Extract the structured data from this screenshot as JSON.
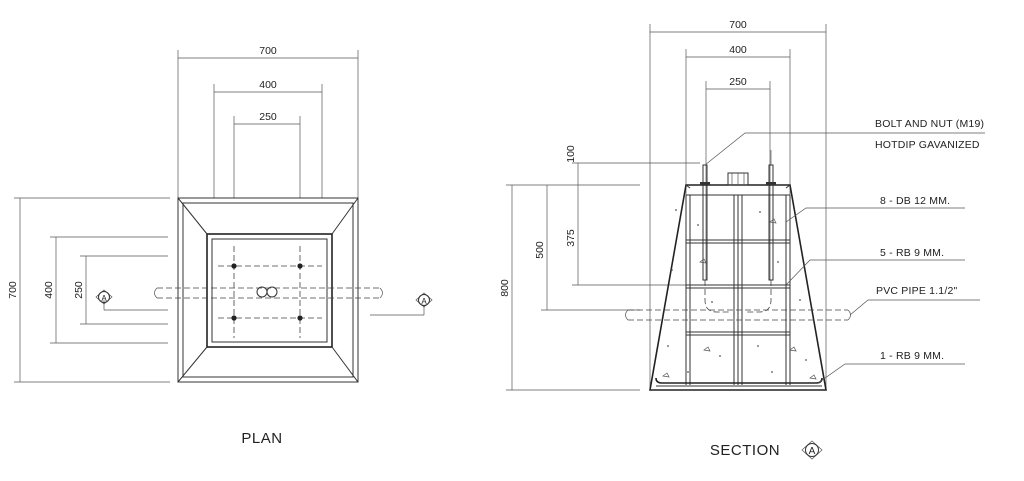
{
  "plan": {
    "title": "PLAN",
    "dims_top": [
      "700",
      "400",
      "250"
    ],
    "dims_left": [
      "700",
      "400",
      "250"
    ],
    "section_marker": "A"
  },
  "section": {
    "title": "SECTION",
    "marker": "A",
    "dims_top": [
      "700",
      "400",
      "250"
    ],
    "dims_left": [
      "100",
      "375",
      "500",
      "800"
    ],
    "notes": [
      "BOLT AND NUT (M19)",
      "HOTDIP GAVANIZED",
      "8 - DB 12 MM.",
      "5 - RB 9 MM.",
      "PVC PIPE 1.1/2\"",
      "1 - RB 9 MM."
    ]
  }
}
